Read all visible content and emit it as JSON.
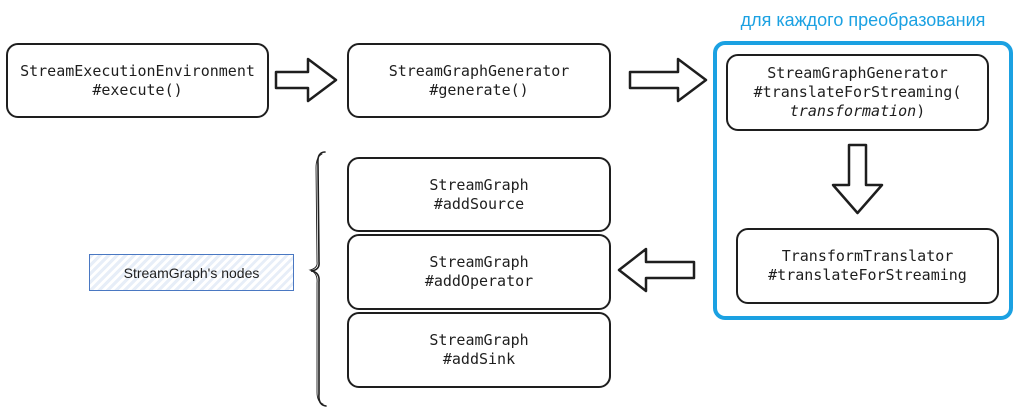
{
  "group": {
    "title": "для каждого преобразования"
  },
  "boxes": {
    "env": {
      "line1": "StreamExecutionEnvironment",
      "line2": "#execute()"
    },
    "gen": {
      "line1": "StreamGraphGenerator",
      "line2": "#generate()"
    },
    "translate": {
      "line1": "StreamGraphGenerator",
      "line2": "#translateForStreaming(",
      "line3_italic": "transformation",
      "line3_tail": ")"
    },
    "translator": {
      "line1": "TransformTranslator",
      "line2": "#translateForStreaming"
    },
    "add_source": {
      "line1": "StreamGraph",
      "line2": "#addSource"
    },
    "add_operator": {
      "line1": "StreamGraph",
      "line2": "#addOperator"
    },
    "add_sink": {
      "line1": "StreamGraph",
      "line2": "#addSink"
    }
  },
  "nodes_label": "StreamGraph's nodes",
  "colors": {
    "group_border": "#1ba1e2",
    "stroke": "#1e1e1e",
    "label_border": "#4a78c2"
  }
}
